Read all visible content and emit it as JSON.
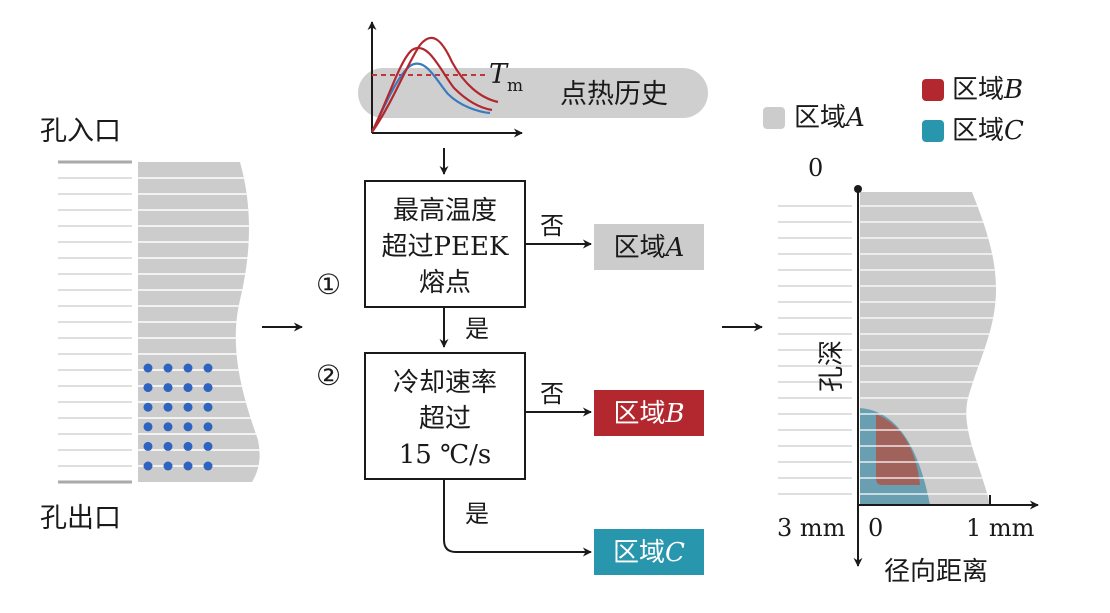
{
  "colors": {
    "region_a": "#cccccc",
    "region_b": "#b3282e",
    "region_c": "#2896ad",
    "dots": "#2e64bf",
    "tm_line": "#c0343a",
    "curve_blue": "#3a7abf",
    "curve_red": "#b3282e",
    "bg_pill": "#cfcfcf"
  },
  "left_panel": {
    "hole_inlet": "孔入口",
    "hole_outlet": "孔出口"
  },
  "thermal_history": {
    "label": "点热历史",
    "tm_symbol": "T",
    "tm_subscript": "m"
  },
  "flow": {
    "step1_num": "①",
    "step1_lines": [
      "最高温度",
      "超过PEEK",
      "熔点"
    ],
    "step2_num": "②",
    "step2_lines": [
      "冷却速率",
      "超过",
      "15 ℃/s"
    ],
    "no_label": "否",
    "yes_label": "是",
    "out_a_prefix": "区域",
    "out_a_letter": "A",
    "out_b_prefix": "区域",
    "out_b_letter": "B",
    "out_c_prefix": "区域",
    "out_c_letter": "C"
  },
  "legend": {
    "a_prefix": "区域",
    "a_letter": "A",
    "b_prefix": "区域",
    "b_letter": "B",
    "c_prefix": "区域",
    "c_letter": "C"
  },
  "right_panel": {
    "depth_zero": "0",
    "depth_axis_label": "孔深",
    "tick_left": "3 mm",
    "tick_zero": "0",
    "tick_right": "1 mm",
    "radial_axis_label": "径向距离"
  }
}
